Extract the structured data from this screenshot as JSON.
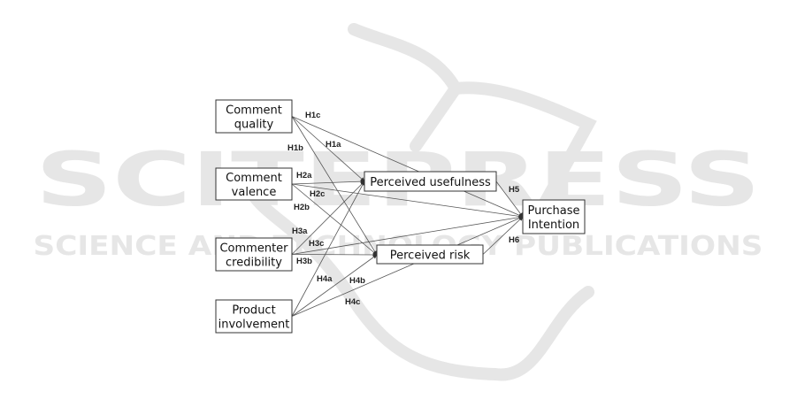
{
  "watermark": {
    "line1": "SCITEPRESS",
    "line2": "SCIENCE AND TECHNOLOGY PUBLICATIONS",
    "color": "#e6e6e6"
  },
  "nodes": [
    {
      "id": "quality",
      "lines": [
        "Comment",
        "quality"
      ]
    },
    {
      "id": "valence",
      "lines": [
        "Comment",
        "valence"
      ]
    },
    {
      "id": "credibility",
      "lines": [
        "Commenter",
        "credibility"
      ]
    },
    {
      "id": "involvement",
      "lines": [
        "Product",
        "involvement"
      ]
    },
    {
      "id": "usefulness",
      "lines": [
        "Perceived usefulness"
      ]
    },
    {
      "id": "risk",
      "lines": [
        "Perceived risk"
      ]
    },
    {
      "id": "intention",
      "lines": [
        "Purchase",
        "Intention"
      ]
    }
  ],
  "edges": [
    {
      "from": "quality",
      "to": "usefulness",
      "label": "H1a"
    },
    {
      "from": "quality",
      "to": "risk",
      "label": "H1b"
    },
    {
      "from": "quality",
      "to": "intention",
      "label": "H1c"
    },
    {
      "from": "valence",
      "to": "usefulness",
      "label": "H2a"
    },
    {
      "from": "valence",
      "to": "risk",
      "label": "H2b"
    },
    {
      "from": "valence",
      "to": "intention",
      "label": "H2c"
    },
    {
      "from": "credibility",
      "to": "usefulness",
      "label": "H3a"
    },
    {
      "from": "credibility",
      "to": "risk",
      "label": "H3b"
    },
    {
      "from": "credibility",
      "to": "intention",
      "label": "H3c"
    },
    {
      "from": "involvement",
      "to": "usefulness",
      "label": "H4a"
    },
    {
      "from": "involvement",
      "to": "risk",
      "label": "H4b"
    },
    {
      "from": "involvement",
      "to": "intention",
      "label": "H4c"
    },
    {
      "from": "usefulness",
      "to": "intention",
      "label": "H5"
    },
    {
      "from": "risk",
      "to": "intention",
      "label": "H6"
    }
  ]
}
